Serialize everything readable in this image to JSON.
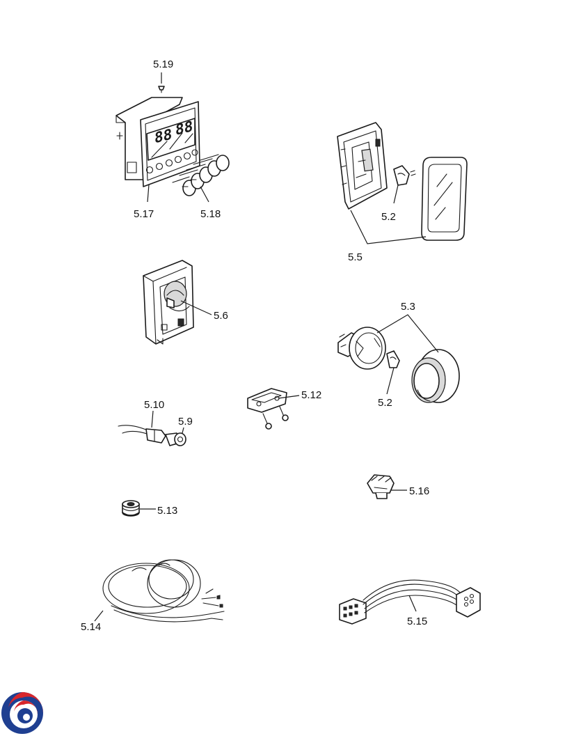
{
  "page": {
    "corner_mark": ""
  },
  "parts": {
    "p519": "5.19",
    "p517": "5.17",
    "p518": "5.18",
    "p52a": "5.2",
    "p55": "5.5",
    "p56": "5.6",
    "p53": "5.3",
    "p52b": "5.2",
    "p512": "5.12",
    "p510": "5.10",
    "p59": "5.9",
    "p516": "5.16",
    "p513": "5.13",
    "p514": "5.14",
    "p515": "5.15"
  },
  "colors": {
    "logo_red": "#d7262c",
    "logo_blue": "#1f3f91",
    "ink": "#1a1a1a"
  },
  "icons": {
    "logo": "brand-swirl-logo"
  }
}
